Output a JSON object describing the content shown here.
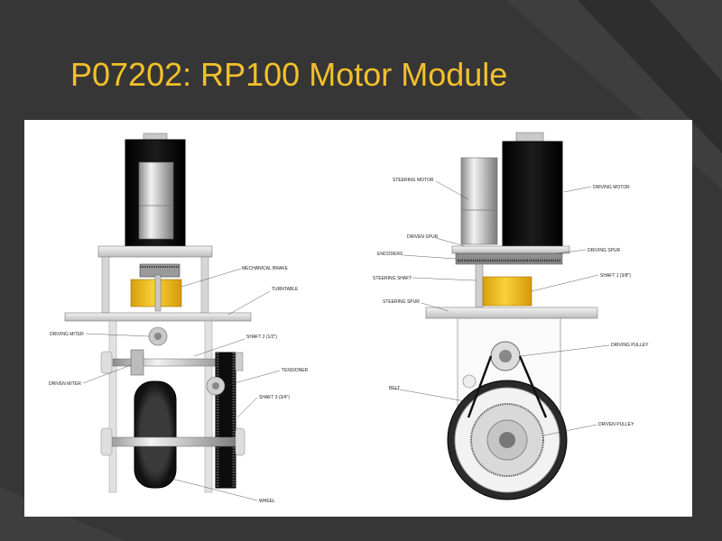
{
  "slide": {
    "title": "P07202: RP100 Motor Module"
  },
  "left_view": {
    "labels": {
      "mechanical_brake": "MECHANICAL BRAKE",
      "turntable": "TURNTABLE",
      "driving_miter": "DRIVING MITER",
      "shaft2": "SHAFT 2 (1/2\")",
      "driven_miter": "DRIVEN MITER",
      "tensioner": "TENSIONER",
      "shaft3": "SHAFT 3 (3/4\")",
      "wheel": "WHEEL"
    }
  },
  "right_view": {
    "labels": {
      "steering_motor": "STEERING MOTOR",
      "driving_motor": "DRIVING MOTOR",
      "driven_spur": "DRIVEN SPUR",
      "encoders": "ENCODERS",
      "driving_spur": "DRIVING SPUR",
      "steering_shaft": "STEERING SHAFT",
      "shaft1": "SHAFT 1 (3/8\")",
      "steering_spur": "STEERING SPUR",
      "driving_pulley": "DRIVING PULLEY",
      "belt": "BELT",
      "driven_pulley": "DRIVEN PULLEY"
    }
  },
  "colors": {
    "background": "#363636",
    "title": "#f2c02a",
    "brake_yellow": "#f3c31a",
    "motor_black": "#0c0c0c"
  }
}
